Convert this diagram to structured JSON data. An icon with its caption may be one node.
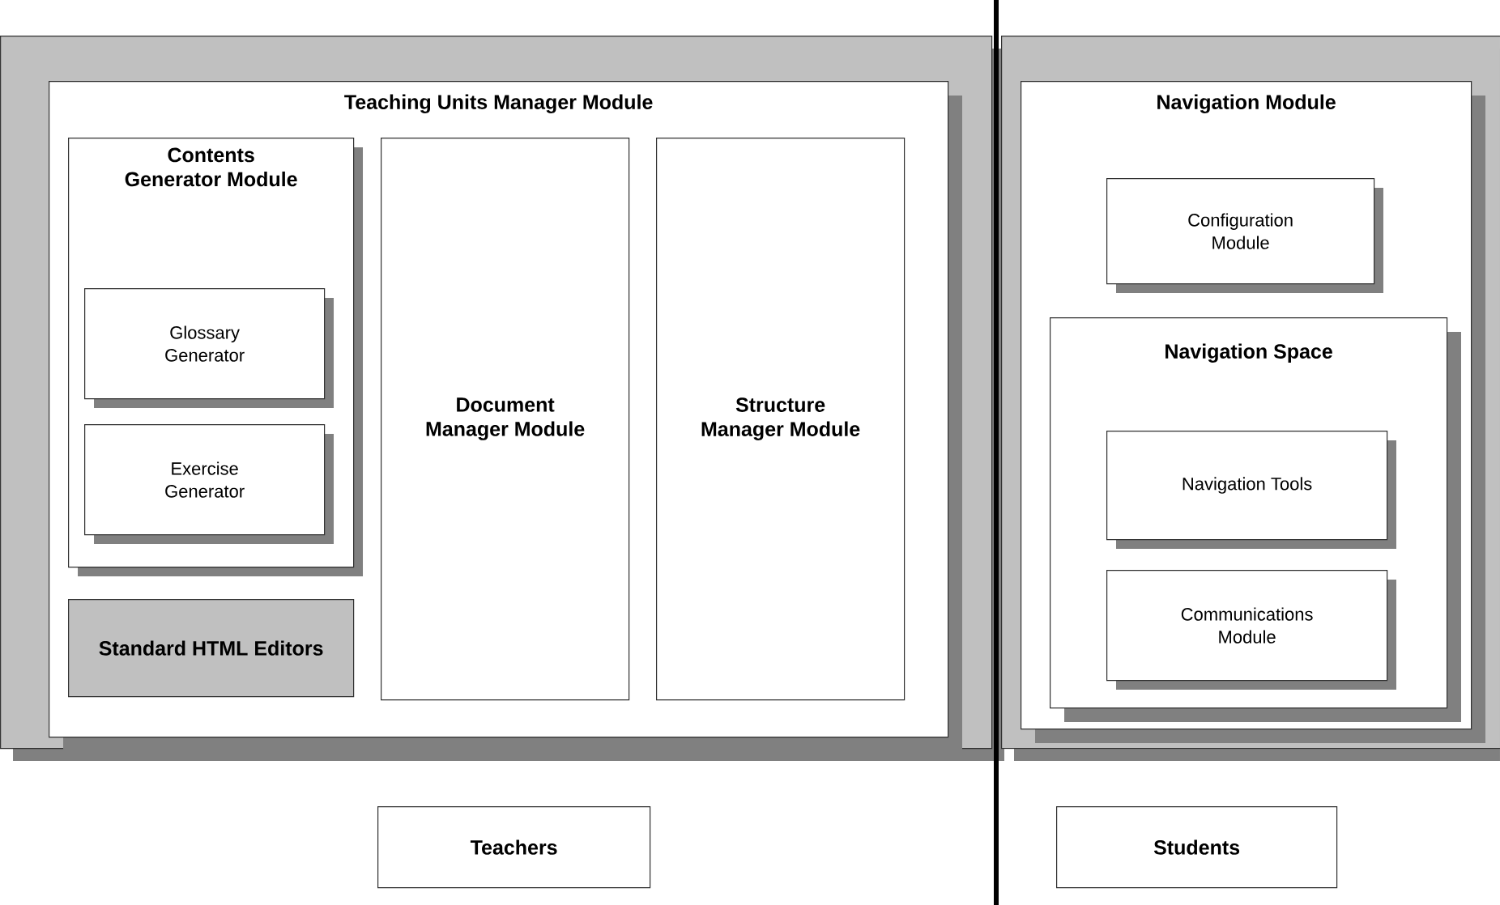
{
  "diagram": {
    "nodes": [
      {
        "text": [],
        "shape": "box"
      },
      {
        "text": [
          "Teaching Units Manager Module"
        ],
        "in": 0
      },
      {
        "text": [
          "Contents Generator Module"
        ],
        "in": 1
      },
      {
        "text": [
          "Glossary Generator"
        ],
        "in": 2
      },
      {
        "text": [
          "Exercise Generator"
        ],
        "in": 2
      },
      {
        "text": [
          "Standard HTML Editors"
        ],
        "in": 1
      },
      {
        "text": [
          "Document Manager Module"
        ],
        "in": 1
      },
      {
        "text": [
          "Structure Manager Module"
        ],
        "in": 1
      },
      {
        "text": [],
        "shape": "box"
      },
      {
        "text": [
          "Navigation Module"
        ],
        "in": 8
      },
      {
        "text": [
          "Configuration Module"
        ],
        "in": 9
      },
      {
        "text": [
          "Navigation Space"
        ],
        "in": 9
      },
      {
        "text": [
          "Navigation Tools"
        ],
        "in": 11
      },
      {
        "text": [
          "Communications Module"
        ],
        "in": 11
      },
      {
        "text": [
          "Teachers"
        ]
      },
      {
        "text": [
          "Students"
        ]
      }
    ]
  }
}
